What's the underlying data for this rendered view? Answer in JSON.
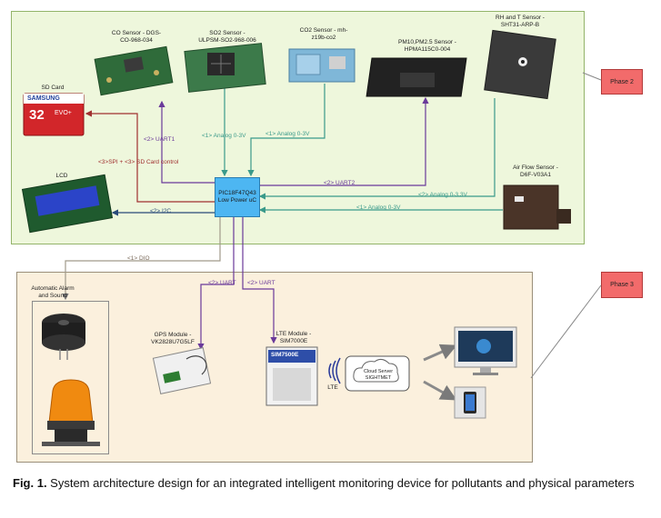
{
  "phases": {
    "phase2": "Phase 2",
    "phase3": "Phase 3"
  },
  "mcu": {
    "line1": "PIC18F47Q43",
    "line2": "Low Power uC"
  },
  "components": {
    "co_sensor": {
      "line1": "CO Sensor - DGS-",
      "line2": "CO-968-034"
    },
    "so2_sensor": {
      "line1": "SO2  Sensor -",
      "line2": "ULPSM-SO2-968-006"
    },
    "co2_sensor": {
      "line1": "CO2 Sensor - mh-",
      "line2": "z19b-co2"
    },
    "pm_sensor": {
      "line1": "PM10,PM2.5  Sensor -",
      "line2": "HPMA115C0-004"
    },
    "rh_sensor": {
      "line1": "RH and T Sensor -",
      "line2": "SHT31-ARP-B"
    },
    "sd_card": {
      "line1": "SD Card"
    },
    "lcd": {
      "line1": "LCD"
    },
    "airflow_sensor": {
      "line1": "Air Flow Sensor -",
      "line2": "D6F-V03A1"
    },
    "alarm": {
      "line1": "Automatic Alarm",
      "line2": "and Sound"
    },
    "gps": {
      "line1": "GPS Module -",
      "line2": "VK2828U7G5LF"
    },
    "lte": {
      "line1": "LTE Module -",
      "line2": "SIM7000E"
    },
    "cloud": {
      "line1": "Cloud Server",
      "line2": "SIGHTMET"
    },
    "lte_link": "LTE"
  },
  "connections": {
    "uart1": "<2> UART1",
    "analog_so2": "<1> Analog 0-3V",
    "analog_co2": "<1> Analog 0-3V",
    "spi": "<3>SPI + <3> SD Card control",
    "uart2": "<2> UART2",
    "analog_rh": "<2> Analog 0-3.3V",
    "analog_air": "<1> Analog 0-3V",
    "i2c": "<2> I2C",
    "dio": "<1> DIO",
    "uart_gps": "<2> UART",
    "uart_lte": "<2> UART"
  },
  "device_labels": {
    "sd_brand": "SAMSUNG",
    "sd_size": "32",
    "sd_evo": "EVO+",
    "lte_chip": "SIM7500E"
  },
  "caption": {
    "prefix": "Fig. 1.",
    "text": " System architecture design for an integrated intelligent monitoring device for pollutants and physical parameters"
  }
}
